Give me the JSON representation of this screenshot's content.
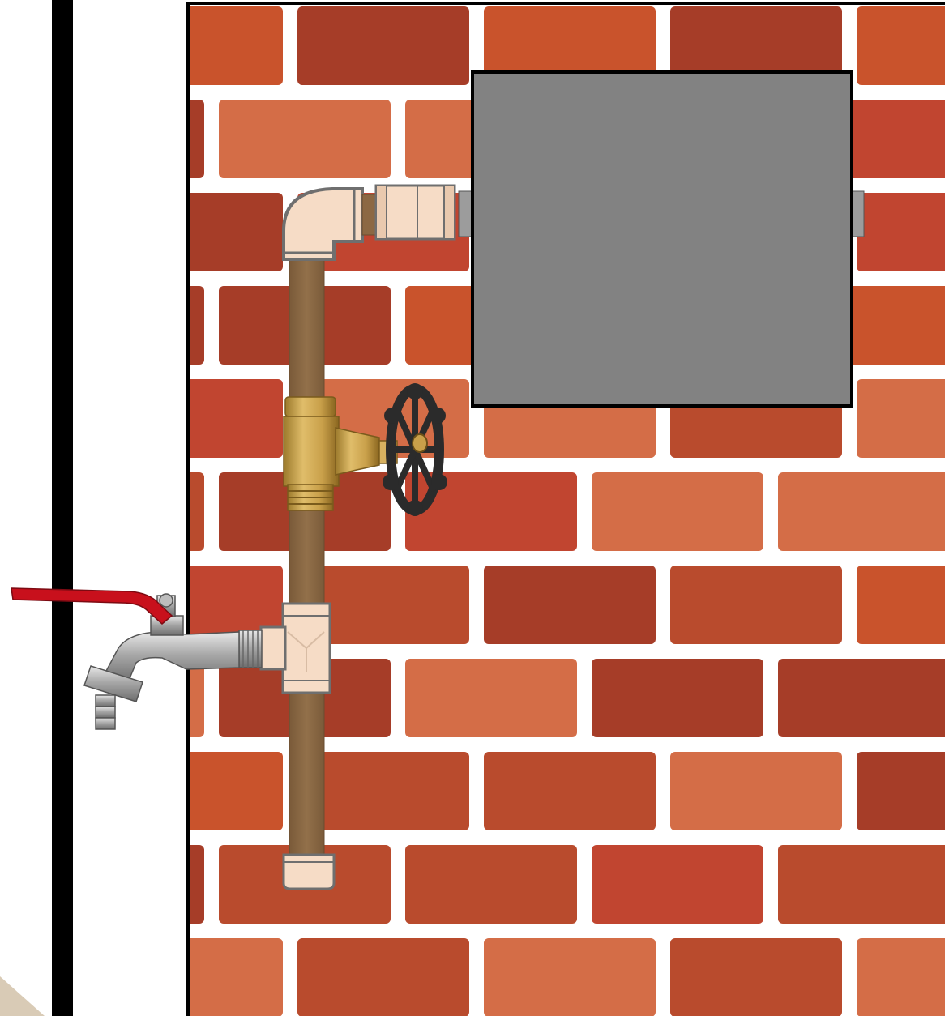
{
  "scene": {
    "wall": "brick-wall",
    "colors": {
      "background": "#ffffff",
      "mortar": "#ffffff",
      "post": "#000000",
      "brick_shades": [
        "#c9532c",
        "#d46d47",
        "#c14530",
        "#a63d28",
        "#b94b2d"
      ],
      "pipe": "#8c6843",
      "pipe_edge": "#6f5133",
      "fitting": "#f6dcc6",
      "fitting_edge": "#7b7b7b",
      "box_fill": "#828282",
      "box_stub": "#9a9a9a",
      "valve_body": "#c9a04a",
      "valve_body_dark": "#8f6c24",
      "handwheel": "#2b2b2b",
      "tap_body": "#b5b5b5",
      "tap_lever": "#c8101c"
    },
    "components": [
      "brick-wall",
      "vertical-black-post",
      "grey-box",
      "vertical-pipe",
      "elbow-fitting",
      "coupling-fitting",
      "gate-valve",
      "tee-fitting",
      "end-cap-fitting",
      "outdoor-tap"
    ]
  }
}
